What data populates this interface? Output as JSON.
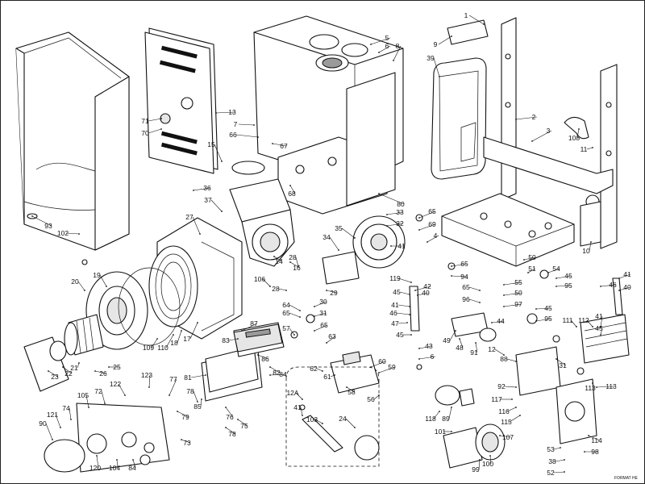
{
  "format_code": "FORMAT HE",
  "callouts": [
    {
      "id": "c1",
      "label": "93"
    },
    {
      "id": "c2",
      "label": "102"
    },
    {
      "id": "c3",
      "label": "71"
    },
    {
      "id": "c4",
      "label": "70"
    },
    {
      "id": "c5",
      "label": "13"
    },
    {
      "id": "c6",
      "label": "7"
    },
    {
      "id": "c7",
      "label": "66"
    },
    {
      "id": "c8",
      "label": "67"
    },
    {
      "id": "c9",
      "label": "5"
    },
    {
      "id": "c10",
      "label": "6"
    },
    {
      "id": "c11",
      "label": "8"
    },
    {
      "id": "c12",
      "label": "39"
    },
    {
      "id": "c13",
      "label": "9"
    },
    {
      "id": "c14",
      "label": "1"
    },
    {
      "id": "c15",
      "label": "2"
    },
    {
      "id": "c16",
      "label": "3"
    },
    {
      "id": "c17",
      "label": "108"
    },
    {
      "id": "c18",
      "label": "11"
    },
    {
      "id": "c19",
      "label": "36"
    },
    {
      "id": "c20",
      "label": "15"
    },
    {
      "id": "c21",
      "label": "37"
    },
    {
      "id": "c22",
      "label": "68"
    },
    {
      "id": "c23",
      "label": "80"
    },
    {
      "id": "c24",
      "label": "27"
    },
    {
      "id": "c25",
      "label": "33"
    },
    {
      "id": "c26",
      "label": "32"
    },
    {
      "id": "c27",
      "label": "65"
    },
    {
      "id": "c28",
      "label": "69"
    },
    {
      "id": "c29",
      "label": "35"
    },
    {
      "id": "c30",
      "label": "34"
    },
    {
      "id": "c31",
      "label": "14"
    },
    {
      "id": "c32",
      "label": "16"
    },
    {
      "id": "c33",
      "label": "28"
    },
    {
      "id": "c34",
      "label": "41"
    },
    {
      "id": "c35",
      "label": "4"
    },
    {
      "id": "c36",
      "label": "10"
    },
    {
      "id": "c37",
      "label": "20"
    },
    {
      "id": "c38",
      "label": "19"
    },
    {
      "id": "c39",
      "label": "28"
    },
    {
      "id": "c40",
      "label": "106"
    },
    {
      "id": "c41",
      "label": "29"
    },
    {
      "id": "c42",
      "label": "65"
    },
    {
      "id": "c43",
      "label": "94"
    },
    {
      "id": "c44",
      "label": "119"
    },
    {
      "id": "c45",
      "label": "42"
    },
    {
      "id": "c46",
      "label": "45"
    },
    {
      "id": "c47",
      "label": "41"
    },
    {
      "id": "c48",
      "label": "46"
    },
    {
      "id": "c49",
      "label": "40"
    },
    {
      "id": "c50",
      "label": "30"
    },
    {
      "id": "c51",
      "label": "31"
    },
    {
      "id": "c52",
      "label": "64"
    },
    {
      "id": "c53",
      "label": "65"
    },
    {
      "id": "c54",
      "label": "55"
    },
    {
      "id": "c55",
      "label": "50"
    },
    {
      "id": "c56",
      "label": "65"
    },
    {
      "id": "c57",
      "label": "96"
    },
    {
      "id": "c58",
      "label": "97"
    },
    {
      "id": "c59",
      "label": "45"
    },
    {
      "id": "c60",
      "label": "95"
    },
    {
      "id": "c61",
      "label": "45"
    },
    {
      "id": "c62",
      "label": "95"
    },
    {
      "id": "c63",
      "label": "46"
    },
    {
      "id": "c64",
      "label": "47"
    },
    {
      "id": "c65",
      "label": "49"
    },
    {
      "id": "c66",
      "label": "48"
    },
    {
      "id": "c67",
      "label": "91"
    },
    {
      "id": "c68",
      "label": "44"
    },
    {
      "id": "c69",
      "label": "45"
    },
    {
      "id": "c70",
      "label": "43"
    },
    {
      "id": "c71",
      "label": "6"
    },
    {
      "id": "c72",
      "label": "109"
    },
    {
      "id": "c73",
      "label": "110"
    },
    {
      "id": "c74",
      "label": "18"
    },
    {
      "id": "c75",
      "label": "17"
    },
    {
      "id": "c76",
      "label": "87"
    },
    {
      "id": "c77",
      "label": "83"
    },
    {
      "id": "c78",
      "label": "57"
    },
    {
      "id": "c79",
      "label": "65"
    },
    {
      "id": "c80",
      "label": "63"
    },
    {
      "id": "c81",
      "label": "86"
    },
    {
      "id": "c82",
      "label": "82"
    },
    {
      "id": "c83",
      "label": "62"
    },
    {
      "id": "c84",
      "label": "61"
    },
    {
      "id": "c85",
      "label": "60"
    },
    {
      "id": "c86",
      "label": "59"
    },
    {
      "id": "c87",
      "label": "58"
    },
    {
      "id": "c88",
      "label": "56"
    },
    {
      "id": "c89",
      "label": "84"
    },
    {
      "id": "c90",
      "label": "81"
    },
    {
      "id": "c91",
      "label": "88"
    },
    {
      "id": "c92",
      "label": "12"
    },
    {
      "id": "c93",
      "label": "111"
    },
    {
      "id": "c94",
      "label": "112"
    },
    {
      "id": "c95",
      "label": "41"
    },
    {
      "id": "c96",
      "label": "45"
    },
    {
      "id": "c97",
      "label": "23"
    },
    {
      "id": "c98",
      "label": "22"
    },
    {
      "id": "c99",
      "label": "21"
    },
    {
      "id": "c100",
      "label": "26"
    },
    {
      "id": "c101",
      "label": "25"
    },
    {
      "id": "c102",
      "label": "123"
    },
    {
      "id": "c103",
      "label": "77"
    },
    {
      "id": "c104",
      "label": "78"
    },
    {
      "id": "c105",
      "label": "122"
    },
    {
      "id": "c106",
      "label": "85"
    },
    {
      "id": "c107",
      "label": "79"
    },
    {
      "id": "c108",
      "label": "76"
    },
    {
      "id": "c109",
      "label": "75"
    },
    {
      "id": "c110",
      "label": "78"
    },
    {
      "id": "c111",
      "label": "12A"
    },
    {
      "id": "c112",
      "label": "41"
    },
    {
      "id": "c113",
      "label": "103"
    },
    {
      "id": "c114",
      "label": "24"
    },
    {
      "id": "c115",
      "label": "92"
    },
    {
      "id": "c116",
      "label": "31"
    },
    {
      "id": "c117",
      "label": "113"
    },
    {
      "id": "c118",
      "label": "117"
    },
    {
      "id": "c119",
      "label": "116"
    },
    {
      "id": "c120",
      "label": "115"
    },
    {
      "id": "c121",
      "label": "118"
    },
    {
      "id": "c122",
      "label": "89"
    },
    {
      "id": "c123",
      "label": "101"
    },
    {
      "id": "c124",
      "label": "107"
    },
    {
      "id": "c125",
      "label": "114"
    },
    {
      "id": "c126",
      "label": "53"
    },
    {
      "id": "c127",
      "label": "98"
    },
    {
      "id": "c128",
      "label": "38"
    },
    {
      "id": "c129",
      "label": "52"
    },
    {
      "id": "c130",
      "label": "99"
    },
    {
      "id": "c131",
      "label": "100"
    },
    {
      "id": "c132",
      "label": "105"
    },
    {
      "id": "c133",
      "label": "72"
    },
    {
      "id": "c134",
      "label": "74"
    },
    {
      "id": "c135",
      "label": "90"
    },
    {
      "id": "c136",
      "label": "121"
    },
    {
      "id": "c137",
      "label": "120"
    },
    {
      "id": "c138",
      "label": "104"
    },
    {
      "id": "c139",
      "label": "84"
    },
    {
      "id": "c140",
      "label": "73"
    },
    {
      "id": "c141",
      "label": "41"
    },
    {
      "id": "c142",
      "label": "40"
    },
    {
      "id": "c143",
      "label": "54"
    },
    {
      "id": "c144",
      "label": "51"
    },
    {
      "id": "c145",
      "label": "50"
    },
    {
      "id": "c146",
      "label": "113"
    }
  ]
}
